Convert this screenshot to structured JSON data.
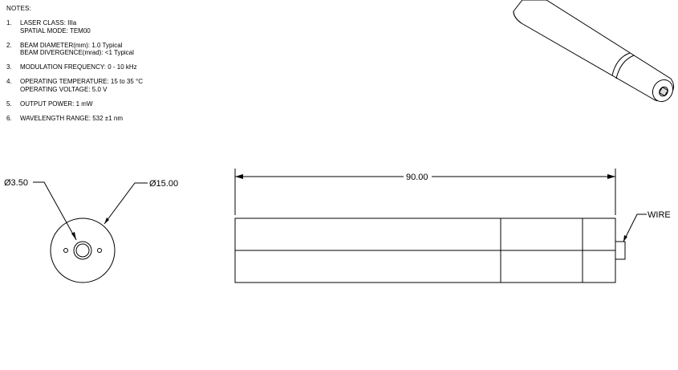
{
  "notes": {
    "title": "NOTES:",
    "items": [
      {
        "num": "1.",
        "lines": [
          "LASER CLASS: IIIa",
          "SPATIAL MODE: TEM00"
        ]
      },
      {
        "num": "2.",
        "lines": [
          "BEAM DIAMETER(mm): 1.0 Typical",
          "BEAM DIVERGENCE(mrad): <1 Typical"
        ]
      },
      {
        "num": "3.",
        "lines": [
          "MODULATION FREQUENCY: 0 - 10 kHz"
        ]
      },
      {
        "num": "4.",
        "lines": [
          "OPERATING TEMPERATURE: 15 to 35 °C",
          "OPERATING VOLTAGE: 5.0  V"
        ]
      },
      {
        "num": "5.",
        "lines": [
          "OUTPUT POWER: 1  mW"
        ]
      },
      {
        "num": "6.",
        "lines": [
          "WAVELENGTH RANGE: 532  ±1 nm"
        ]
      }
    ]
  },
  "dimensions": {
    "inner_diameter": "Ø3.50",
    "outer_diameter": "Ø15.00",
    "length": "90.00",
    "wire_label": "WIRE"
  }
}
